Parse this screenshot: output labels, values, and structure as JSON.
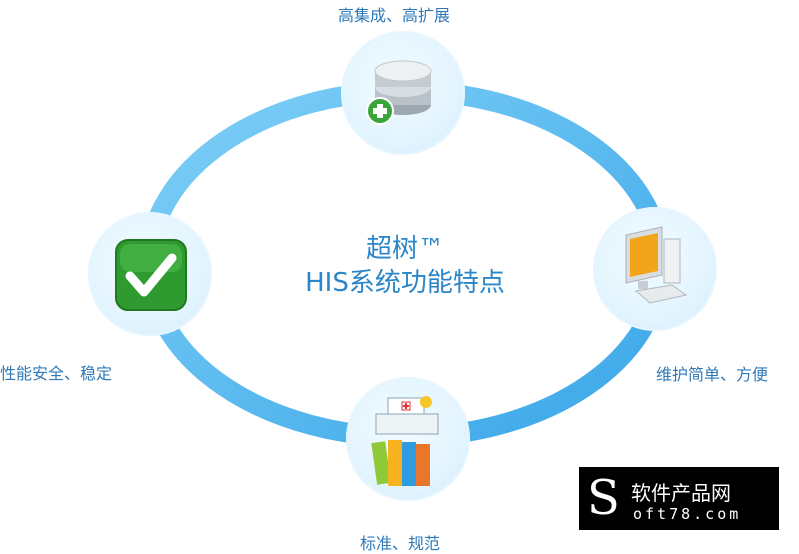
{
  "center": {
    "line1": "超树™",
    "line2": "HIS系统功能特点"
  },
  "features": {
    "top": "高集成、高扩展",
    "right": "维护简单、方便",
    "bottom": "标准、规范",
    "left": "性能安全、稳定"
  },
  "icons": {
    "top": "database-add-icon",
    "right": "computer-icon",
    "bottom": "hospital-books-icon",
    "left": "checkmark-icon"
  },
  "watermark": {
    "letter": "S",
    "text_top": "软件产品网",
    "text_bottom": "oft78.com"
  },
  "colors": {
    "ring": "#4db4ee",
    "title": "#2a86c8",
    "label": "#2f79b9"
  }
}
